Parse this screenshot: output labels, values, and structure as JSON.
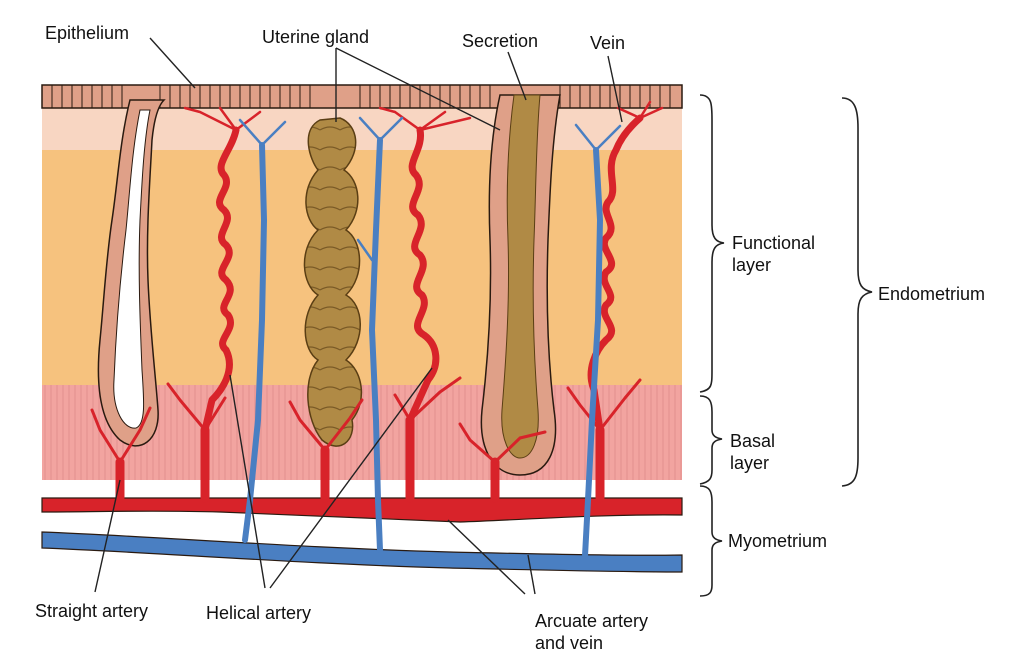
{
  "labels": {
    "epithelium": "Epithelium",
    "uterine_gland": "Uterine gland",
    "secretion": "Secretion",
    "vein": "Vein",
    "functional_layer": [
      "Functional",
      "layer"
    ],
    "endometrium": "Endometrium",
    "basal_layer": [
      "Basal",
      "layer"
    ],
    "myometrium": "Myometrium",
    "straight_artery": "Straight artery",
    "helical_artery": "Helical artery",
    "arcuate": [
      "Arcuate artery",
      "and vein"
    ]
  },
  "colors": {
    "functional_bg": "#f6c27e",
    "functional_top": "#f8d6c2",
    "basal_bg": "#f2a4a0",
    "epithelium_fill": "#dfa088",
    "gland_fill": "#b08a45",
    "artery": "#d8232a",
    "vein": "#4a7fc2",
    "outline": "#2a1a10"
  }
}
